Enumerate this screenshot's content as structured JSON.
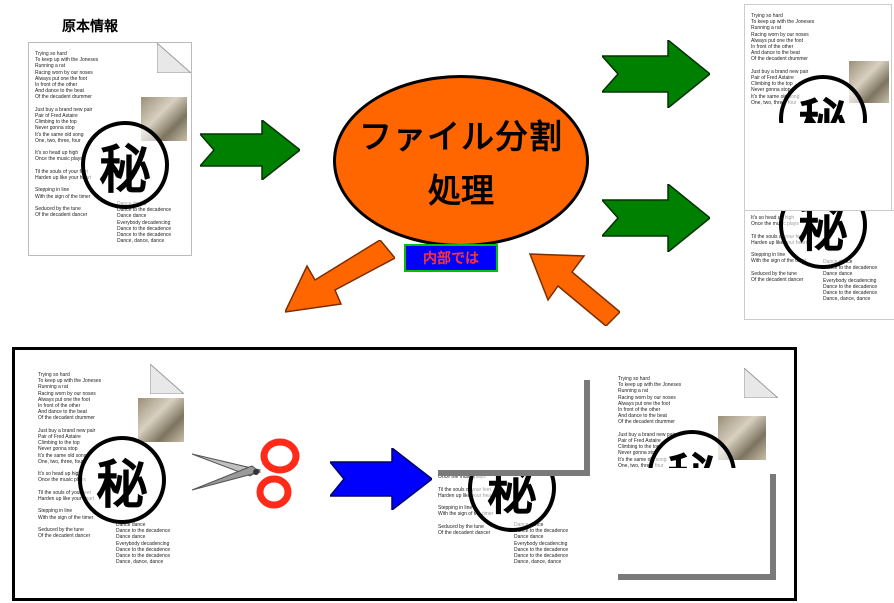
{
  "header_label": "原本情報",
  "process": {
    "line1": "ファイル分割",
    "line2": "処理"
  },
  "internal_label": "内部では",
  "seal_char": "秘",
  "doc_text": {
    "left_lines": [
      "Trying so hard",
      "To keep up with the Joneses",
      "Running a rat",
      "Racing worn by our noses",
      "Always put one the foot",
      "In front of the other",
      "And dance to the beat",
      "Of the decadent drummer",
      "",
      "Just buy a brand new pair",
      "Pair of Fred Astaire",
      "Climbing to the top",
      "Never gonna stop",
      "It's the same old song",
      "One, two, three, four",
      "",
      "It's so head up high",
      "Once the music plays",
      "",
      "Til the souls of your feet",
      "Harden up like your heart",
      "",
      "Stepping in line",
      "With the sign of the timer",
      "",
      "Seduced by the tune",
      "Of the decadent dancer"
    ],
    "right_lines": [
      "Dance dance",
      "Dance to the decadence",
      "Dance dance",
      "Everybody decadencing",
      "Dance to the decadence",
      "Dance to the decadence",
      "Dance, dance, dance"
    ]
  },
  "colors": {
    "green_arrow": "#008000",
    "orange_arrow": "#ff6600",
    "blue_arrow": "#0000ff",
    "scissors_handle": "#ff2a1a"
  }
}
